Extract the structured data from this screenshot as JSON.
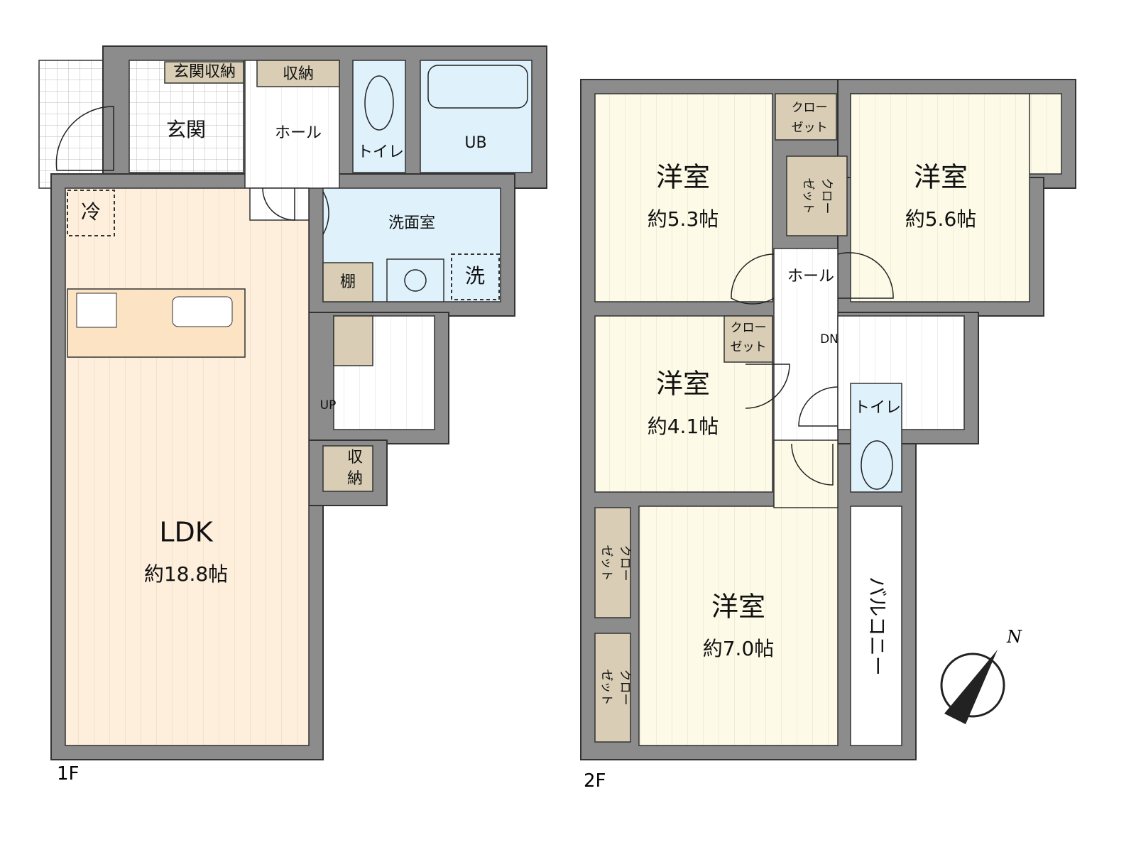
{
  "floor1": {
    "label": "1F",
    "rooms": {
      "genkan": "玄関",
      "genkan_storage": "玄関収納",
      "storage_top": "収納",
      "hall": "ホール",
      "toilet": "トイレ",
      "bath": "UB",
      "washroom": "洗面室",
      "shelf": "棚",
      "washer": "洗",
      "fridge": "冷",
      "ldk": "LDK",
      "ldk_size": "約18.8帖",
      "storage_v1": "収",
      "storage_v2": "納",
      "up": "UP"
    }
  },
  "floor2": {
    "label": "2F",
    "rooms": {
      "western_a": "洋室",
      "western_a_size": "約5.3帖",
      "western_b": "洋室",
      "western_b_size": "約5.6帖",
      "western_c": "洋室",
      "western_c_size": "約4.1帖",
      "western_d": "洋室",
      "western_d_size": "約7.0帖",
      "closet_l1": "クロー",
      "closet_l2": "ゼット",
      "closet_v_a": "クロー",
      "closet_v_b": "ゼット",
      "hall": "ホール",
      "dn": "DN",
      "toilet": "トイレ",
      "balcony": "バルコニー"
    }
  },
  "compass": {
    "label": "N"
  },
  "colors": {
    "wall": "#8c8c8c",
    "ldk_floor": "#fdefdc",
    "room_floor": "#fdfbe8",
    "wet": "#dff1fb",
    "storage": "#d9ceb5"
  }
}
